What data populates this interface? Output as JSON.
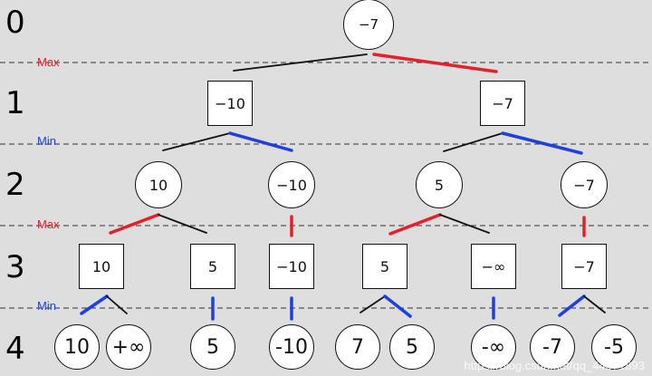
{
  "levels": [
    "0",
    "1",
    "2",
    "3",
    "4"
  ],
  "roles": [
    {
      "label": "Max",
      "color": "#e5202a"
    },
    {
      "label": "Min",
      "color": "#1f3fe0"
    },
    {
      "label": "Max",
      "color": "#e5202a"
    },
    {
      "label": "Min",
      "color": "#1f3fe0"
    }
  ],
  "colors": {
    "max": "#e5202a",
    "min": "#1f3fe0",
    "edge": "#111111",
    "divider": "#333333",
    "background": "#dedede"
  },
  "nodes": {
    "root": {
      "shape": "circle",
      "label": "−7"
    },
    "l1": [
      {
        "shape": "square",
        "label": "−10"
      },
      {
        "shape": "square",
        "label": "−7"
      }
    ],
    "l2": [
      {
        "shape": "circle",
        "label": "10"
      },
      {
        "shape": "circle",
        "label": "−10"
      },
      {
        "shape": "circle",
        "label": "5"
      },
      {
        "shape": "circle",
        "label": "−7"
      }
    ],
    "l3": [
      {
        "shape": "square",
        "label": "10"
      },
      {
        "shape": "square",
        "label": "5"
      },
      {
        "shape": "square",
        "label": "−10"
      },
      {
        "shape": "square",
        "label": "5"
      },
      {
        "shape": "square",
        "label": "−∞"
      },
      {
        "shape": "square",
        "label": "−7"
      }
    ],
    "l4": [
      {
        "shape": "circle",
        "label": "10"
      },
      {
        "shape": "circle",
        "label": "+∞"
      },
      {
        "shape": "circle",
        "label": "5"
      },
      {
        "shape": "circle",
        "label": "-10"
      },
      {
        "shape": "circle",
        "label": "7"
      },
      {
        "shape": "circle",
        "label": "5"
      },
      {
        "shape": "circle",
        "label": "-∞"
      },
      {
        "shape": "circle",
        "label": "-7"
      },
      {
        "shape": "circle",
        "label": "-5"
      }
    ]
  },
  "watermark": "https://blog.csdn.net/qq_44571893"
}
